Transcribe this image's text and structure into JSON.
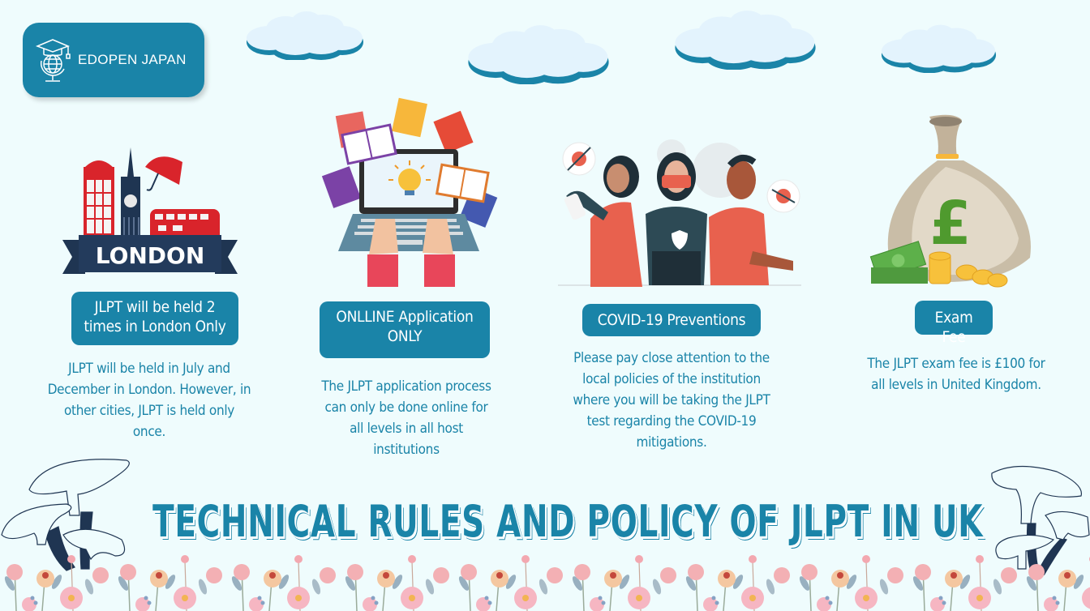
{
  "logo": {
    "text": "EDOPEN JAPAN",
    "icon": "graduation-globe-icon"
  },
  "colors": {
    "background": "#effcfd",
    "accent": "#1a84a8",
    "cloud_fill": "#e3f3fd",
    "cloud_shadow": "#1a84a8"
  },
  "sections": [
    {
      "illustration": "london-landmarks-illustration",
      "illustration_banner": "LONDON",
      "badge": "JLPT will be held 2 times in London Only",
      "badge_lines": [
        "JLPT will be held 2",
        "times in London Only"
      ],
      "description": "JLPT will be held in July and December in London. However, in other cities, JLPT is held only once."
    },
    {
      "illustration": "laptop-books-lightbulb-illustration",
      "badge": "ONLLINE Application ONLY",
      "badge_lines": [
        "ONLLINE Application",
        "ONLY"
      ],
      "description": "The JLPT application process can only be done online for all levels in all host institutions"
    },
    {
      "illustration": "covid-prevention-people-illustration",
      "badge": "COVID-19 Preventions",
      "badge_lines": [
        "COVID-19 Preventions"
      ],
      "description": "Please pay close attention to the local policies of the institution where you will be taking the JLPT test regarding the COVID-19 mitigations."
    },
    {
      "illustration": "money-bag-pound-illustration",
      "badge": "Exam Fee",
      "badge_lines": [
        "Exam Fee"
      ],
      "description": "The JLPT exam fee is £100 for all levels in United Kingdom."
    }
  ],
  "title": "TECHNICAL RULES AND POLICY OF JLPT IN UK"
}
